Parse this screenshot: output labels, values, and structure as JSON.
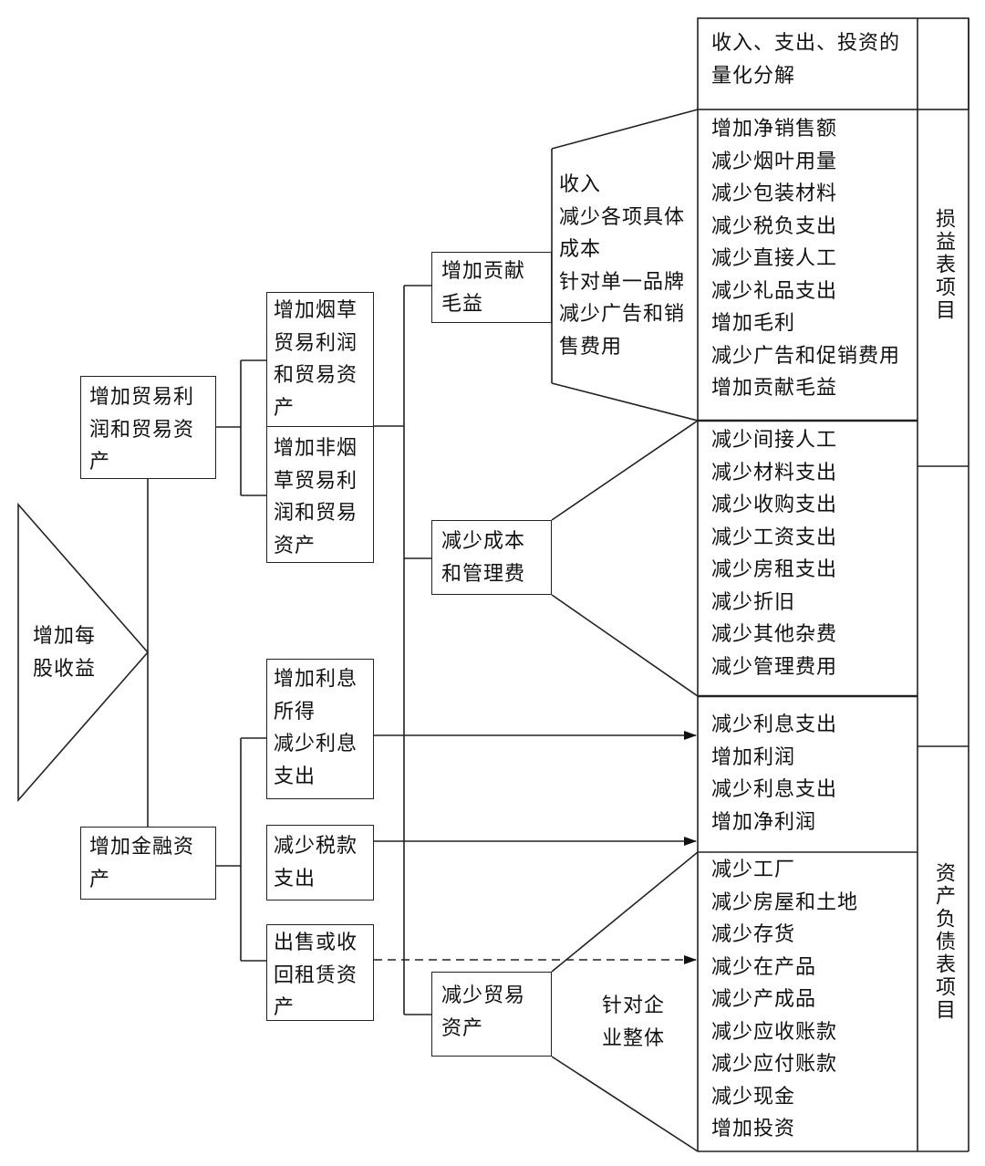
{
  "root": "增加每\n股收益",
  "level1": {
    "trade": "增加贸易利\n润和贸易资\n产",
    "finance": "增加金融资\n产"
  },
  "level2": {
    "tobacco": "增加烟草\n贸易利润\n和贸易资\n产",
    "non_tobacco": "增加非烟\n草贸易利\n润和贸易\n资产",
    "interest": "增加利息\n所得\n减少利息\n支出",
    "tax": "减少税款\n支出",
    "lease": "出售或收\n回租赁资\n产"
  },
  "level3": {
    "gross_margin": "增加贡献\n毛益",
    "cost_mgmt": "减少成本\n和管理费",
    "trade_assets": "减少贸易\n资产"
  },
  "notes": {
    "income_note": "收入\n减少各项具体\n成本\n针对单一品牌\n减少广告和销\n售费用",
    "enterprise_note": "针对企\n业整体"
  },
  "right_header": "收入、支出、投资的\n量化分解",
  "right_lists": {
    "income_items": "增加净销售额\n减少烟叶用量\n减少包装材料\n减少税负支出\n减少直接人工\n减少礼品支出\n增加毛利\n减少广告和促销费用\n增加贡献毛益",
    "cost_items": "减少间接人工\n减少材料支出\n减少收购支出\n减少工资支出\n减少房租支出\n减少折旧\n减少其他杂费\n减少管理费用",
    "interest_items": "减少利息支出\n增加利润\n减少利息支出\n增加净利润",
    "asset_items": "减少工厂\n减少房屋和土地\n减少存货\n减少在产品\n减少产成品\n减少应收账款\n减少应付账款\n减少现金\n增加投资"
  },
  "side_labels": {
    "income_statement": "损益表项目",
    "balance_sheet": "资产负债表项目"
  }
}
